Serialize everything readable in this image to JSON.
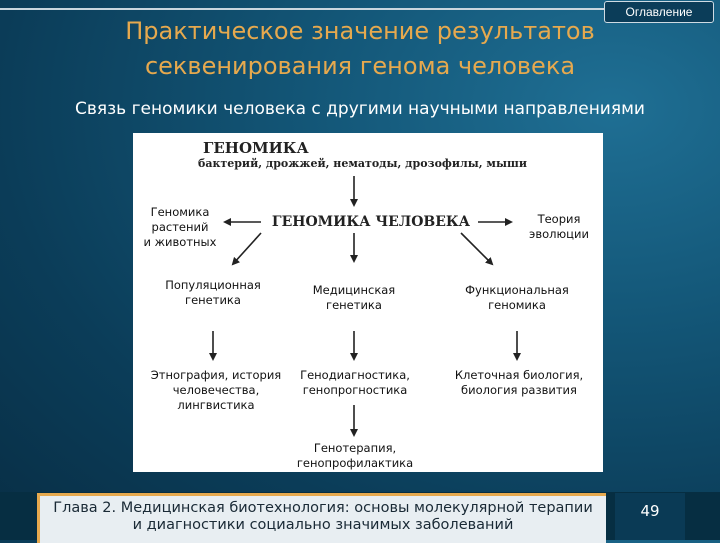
{
  "header": {
    "toc_button_label": "Оглавление",
    "title_line1": "Практическое значение результатов",
    "title_line2": "секвенирования генома человека",
    "subtitle": "Связь геномики человека с другими научными направлениями"
  },
  "diagram": {
    "top_title": "ГЕНОМИКА",
    "top_subtitle": "бактерий, дрожжей, нематоды, дрозофилы, мыши",
    "center": "ГЕНОМИКА ЧЕЛОВЕКА",
    "left_node": [
      "Геномика",
      "растений",
      "и животных"
    ],
    "right_node": [
      "Теория",
      "эволюции"
    ],
    "row1": {
      "left": [
        "Популяционная",
        "генетика"
      ],
      "middle": [
        "Медицинская",
        "генетика"
      ],
      "right": [
        "Функциональная",
        "геномика"
      ]
    },
    "row2": {
      "left": [
        "Этнография, история",
        "человечества,",
        "лингвистика"
      ],
      "middle": [
        "Генодиагностика,",
        "генопрогностика"
      ],
      "right": [
        "Клеточная биология,",
        "биология развития"
      ]
    },
    "row3": {
      "middle": [
        "Генотерапия,",
        "генопрофилактика"
      ]
    }
  },
  "footer": {
    "line1": "Глава 2. Медицинская биотехнология: основы молекулярной терапии",
    "line2": "и диагностики социально значимых заболеваний",
    "page_number": "49"
  },
  "colors": {
    "title": "#e6a94e",
    "background": "#135677",
    "footer_box": "#e8eef2"
  }
}
